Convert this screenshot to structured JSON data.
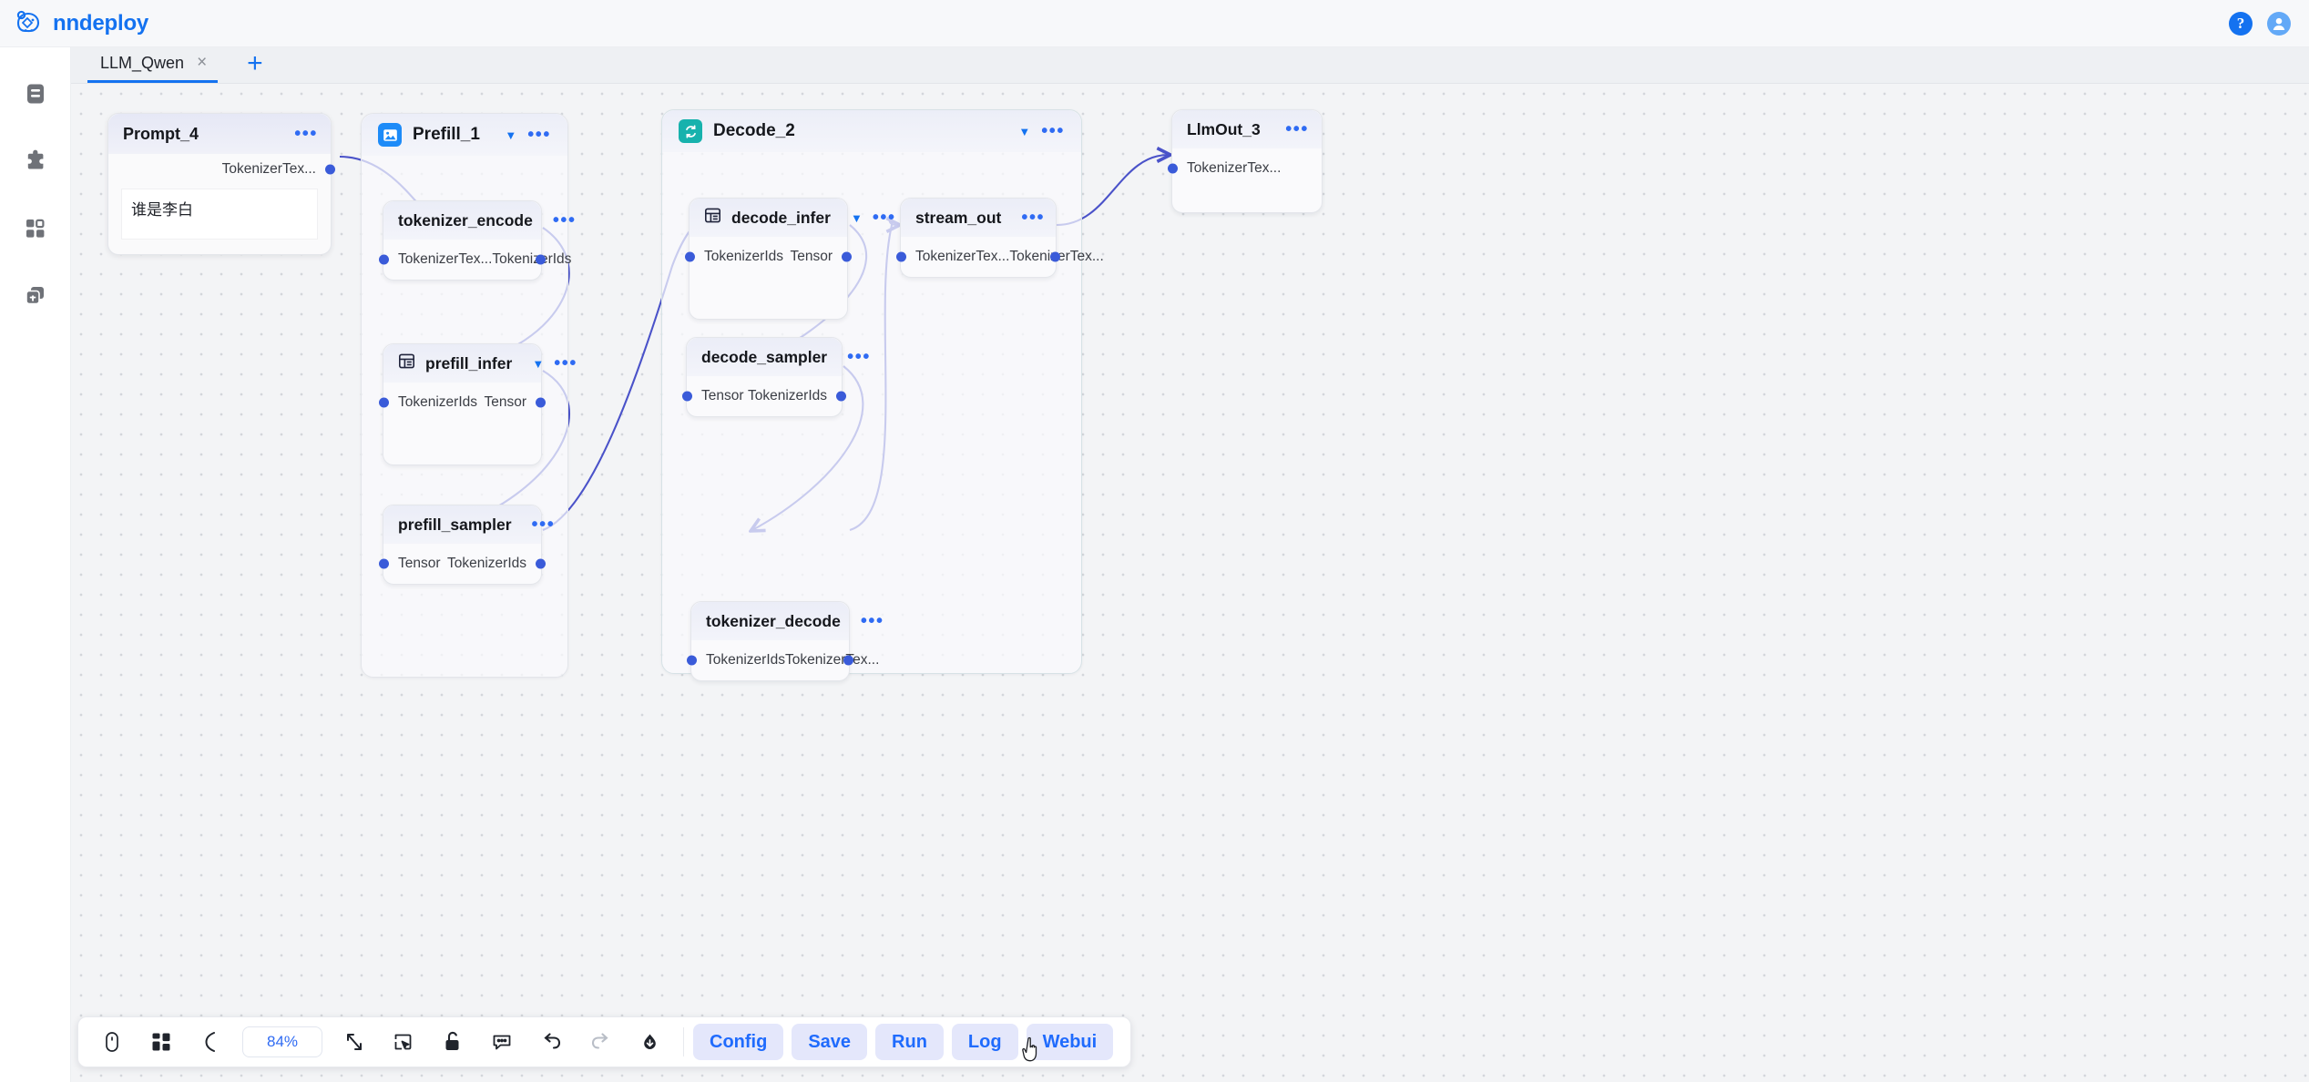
{
  "app": {
    "brand": "nndeploy",
    "help_icon": "help-circle-icon",
    "avatar_icon": "user-avatar-icon"
  },
  "sidebar": {
    "items": [
      {
        "name": "document-icon",
        "label": "Document"
      },
      {
        "name": "puzzle-icon",
        "label": "Plugins"
      },
      {
        "name": "grid-icon",
        "label": "Templates"
      },
      {
        "name": "add-layers-icon",
        "label": "New Node"
      }
    ]
  },
  "tabs": {
    "items": [
      {
        "label": "LLM_Qwen",
        "close": "×",
        "active": true
      }
    ],
    "add_label": "+"
  },
  "graph": {
    "prompt_node": {
      "title": "Prompt_4",
      "menu": "•••",
      "output_port": "TokenizerTex...",
      "text_value": "谁是李白"
    },
    "prefill_group": {
      "title": "Prefill_1",
      "icon": "image-icon",
      "caret": "▼",
      "menu": "•••",
      "nodes": [
        {
          "title": "tokenizer_encode",
          "icon": null,
          "caret": null,
          "menu": "•••",
          "input": "TokenizerTex...",
          "output": "TokenizerIds"
        },
        {
          "title": "prefill_infer",
          "icon": "layout-icon",
          "caret": "▼",
          "menu": "•••",
          "input": "TokenizerIds",
          "output": "Tensor"
        },
        {
          "title": "prefill_sampler",
          "icon": null,
          "caret": null,
          "menu": "•••",
          "input": "Tensor",
          "output": "TokenizerIds"
        }
      ]
    },
    "decode_group": {
      "title": "Decode_2",
      "icon": "loop-icon",
      "caret": "▼",
      "menu": "•••",
      "nodes": [
        {
          "title": "decode_infer",
          "icon": "layout-icon",
          "caret": "▼",
          "menu": "•••",
          "input": "TokenizerIds",
          "output": "Tensor"
        },
        {
          "title": "stream_out",
          "icon": null,
          "caret": null,
          "menu": "•••",
          "input": "TokenizerTex...",
          "output": "TokenizerTex..."
        },
        {
          "title": "decode_sampler",
          "icon": null,
          "caret": null,
          "menu": "•••",
          "input": "Tensor",
          "output": "TokenizerIds"
        },
        {
          "title": "tokenizer_decode",
          "icon": null,
          "caret": null,
          "menu": "•••",
          "input": "TokenizerIds",
          "output": "TokenizerTex..."
        }
      ]
    },
    "output_node": {
      "title": "LlmOut_3",
      "menu": "•••",
      "input_port": "TokenizerTex..."
    }
  },
  "toolbar": {
    "icons": [
      "mouse-pointer-icon",
      "grid-layout-icon",
      "bracket-icon"
    ],
    "zoom_value": "84%",
    "icons_right": [
      "fit-view-icon",
      "select-box-icon",
      "unlock-icon",
      "comment-icon",
      "undo-icon",
      "redo-icon",
      "download-icon"
    ],
    "buttons": [
      {
        "label": "Config"
      },
      {
        "label": "Save"
      },
      {
        "label": "Run"
      },
      {
        "label": "Log"
      },
      {
        "label": "Webui"
      }
    ]
  },
  "colors": {
    "accent_blue": "#1472f0",
    "edge_purple": "#4a52c9",
    "teal": "#17b2ad",
    "button_bg": "#e4e7fb"
  }
}
